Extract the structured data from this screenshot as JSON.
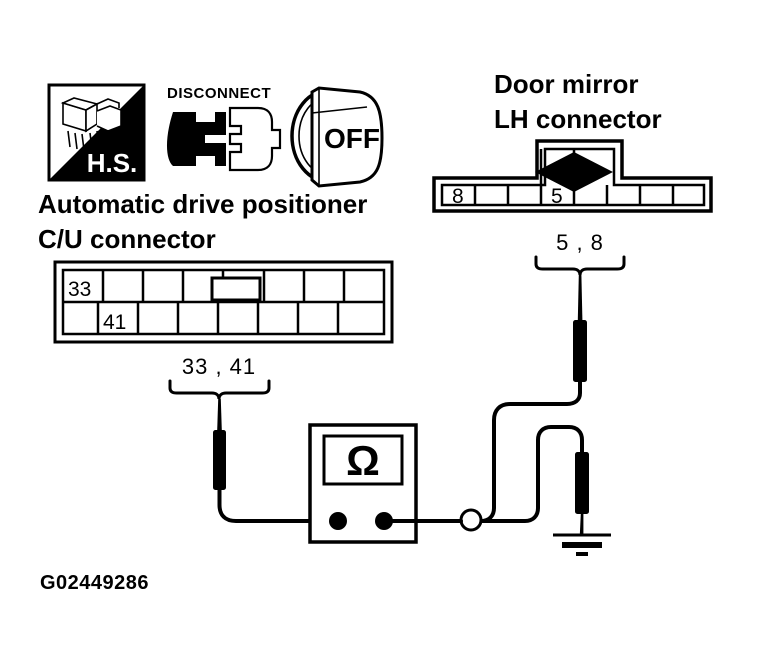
{
  "figure": {
    "id_label": "G02449286",
    "type": "automotive-wiring-continuity-test",
    "ink_color": "#000000",
    "background_color": "#ffffff"
  },
  "icons": {
    "hs": {
      "name": "hs-icon",
      "label": "H.S.",
      "meaning": "Harness Side connector view"
    },
    "disconnect": {
      "name": "disconnect-icon",
      "label": "DISCONNECT",
      "meaning": "Disconnect the connector"
    },
    "ignition": {
      "name": "ignition-off-icon",
      "label": "OFF",
      "meaning": "Ignition switch OFF"
    }
  },
  "left_connector": {
    "title_line_1": "Automatic drive positioner",
    "title_line_2": "C/U connector",
    "bracket_label": "33 , 41",
    "rows": [
      {
        "row": "top",
        "cells": [
          {
            "label": "33"
          },
          {
            "label": ""
          },
          {
            "label": ""
          },
          {
            "label": ""
          },
          {
            "label": "",
            "marker": "rectangle"
          },
          {
            "label": ""
          },
          {
            "label": ""
          },
          {
            "label": ""
          }
        ]
      },
      {
        "row": "bottom",
        "cells": [
          {
            "label": ""
          },
          {
            "label": "41"
          },
          {
            "label": ""
          },
          {
            "label": ""
          },
          {
            "label": ""
          },
          {
            "label": ""
          },
          {
            "label": ""
          },
          {
            "label": ""
          }
        ]
      }
    ]
  },
  "right_connector": {
    "title_line_1": "Door mirror",
    "title_line_2": "LH connector",
    "bracket_label": "5 , 8",
    "marker": "diamond",
    "cells": [
      {
        "label": "8"
      },
      {
        "label": ""
      },
      {
        "label": ""
      },
      {
        "label": "5",
        "marker": "diamond"
      },
      {
        "label": ""
      },
      {
        "label": ""
      },
      {
        "label": ""
      },
      {
        "label": ""
      }
    ]
  },
  "meter": {
    "name": "ohmmeter",
    "display_symbol": "Ω",
    "terminals": 2
  },
  "probes": [
    {
      "name": "probe-left",
      "target": "left connector pins 33, 41"
    },
    {
      "name": "probe-right-upper",
      "target": "right connector pins 5, 8"
    },
    {
      "name": "probe-right-ground",
      "target": "body ground"
    }
  ],
  "ground": {
    "name": "ground-symbol",
    "label": ""
  },
  "junction": {
    "name": "wire-junction-node"
  }
}
